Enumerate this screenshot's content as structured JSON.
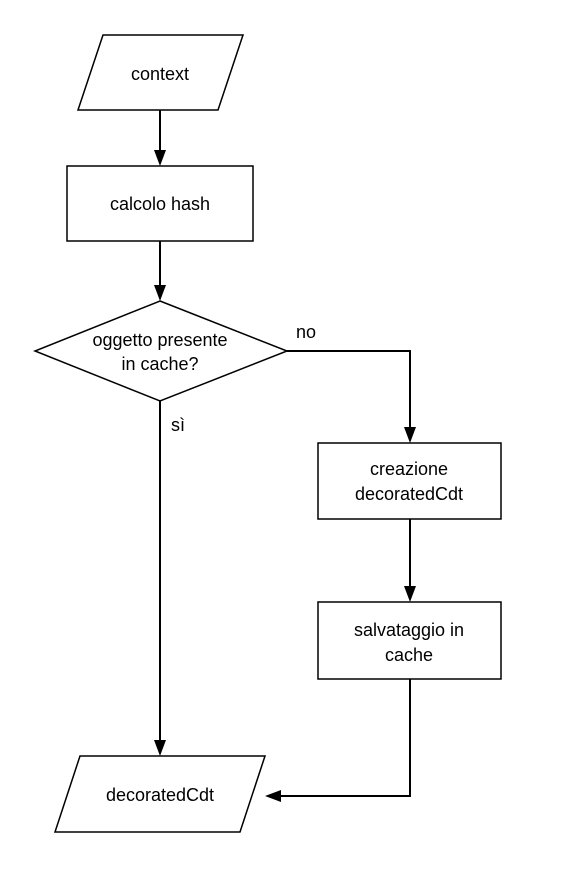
{
  "nodes": {
    "context": {
      "label": "context",
      "shape": "parallelogram"
    },
    "hash": {
      "label": "calcolo hash",
      "shape": "rectangle"
    },
    "decision": {
      "lines": [
        "oggetto presente",
        "in cache?"
      ],
      "shape": "diamond"
    },
    "creazione": {
      "lines": [
        "creazione",
        "decoratedCdt"
      ],
      "shape": "rectangle"
    },
    "salvataggio": {
      "lines": [
        "salvataggio in",
        "cache"
      ],
      "shape": "rectangle"
    },
    "output": {
      "label": "decoratedCdt",
      "shape": "parallelogram"
    }
  },
  "edges": {
    "no_label": "no",
    "si_label": "sì"
  },
  "colors": {
    "stroke": "#000000",
    "fill": "#ffffff"
  }
}
